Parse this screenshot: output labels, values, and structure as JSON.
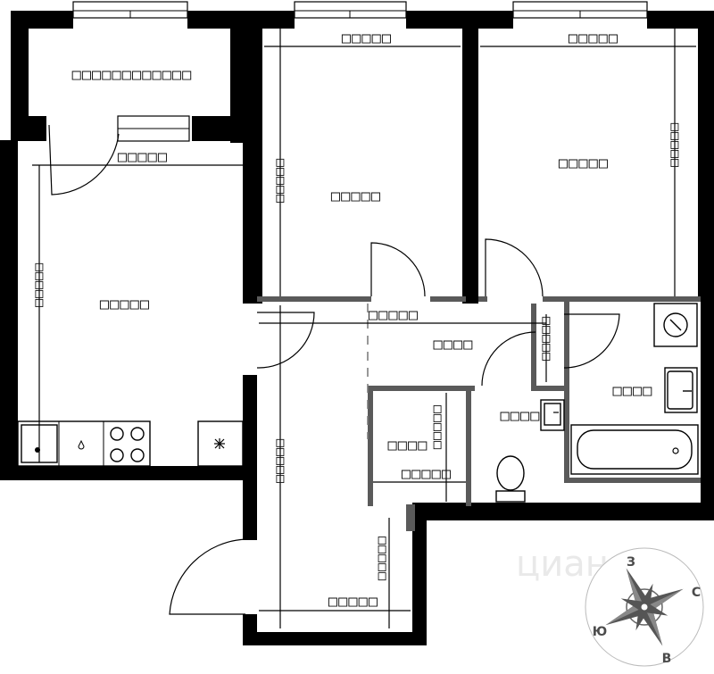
{
  "plan": {
    "rooms": {
      "loggia": "□□□□□□□□□□□□",
      "bedroom_mid": "□□□□□",
      "bedroom_right": "□□□□□",
      "kitchen_living": "□□□□□",
      "corridor": "□□□□",
      "bathroom": "□□□□",
      "toilet": "□□□□",
      "storage": "□□□□"
    },
    "dimensions": {
      "kitchen_width": "□□□□□",
      "kitchen_height": "□□□□□",
      "bedroom_mid_width": "□□□□□",
      "bedroom_mid_height": "□□□□□",
      "bedroom_right_width": "□□□□□",
      "bedroom_right_height": "□□□□□",
      "corridor_width": "□□□□□",
      "hall_height": "□□□□□",
      "hall_width": "□□□□□",
      "storage_width": "□□□□□",
      "storage_height": "□□□□□",
      "toilet_height": "□□□□□",
      "entry_height": "□□□□□"
    },
    "watermark": "циан",
    "compass": {
      "north": "З",
      "east": "С",
      "south": "В",
      "west": "Ю"
    }
  }
}
